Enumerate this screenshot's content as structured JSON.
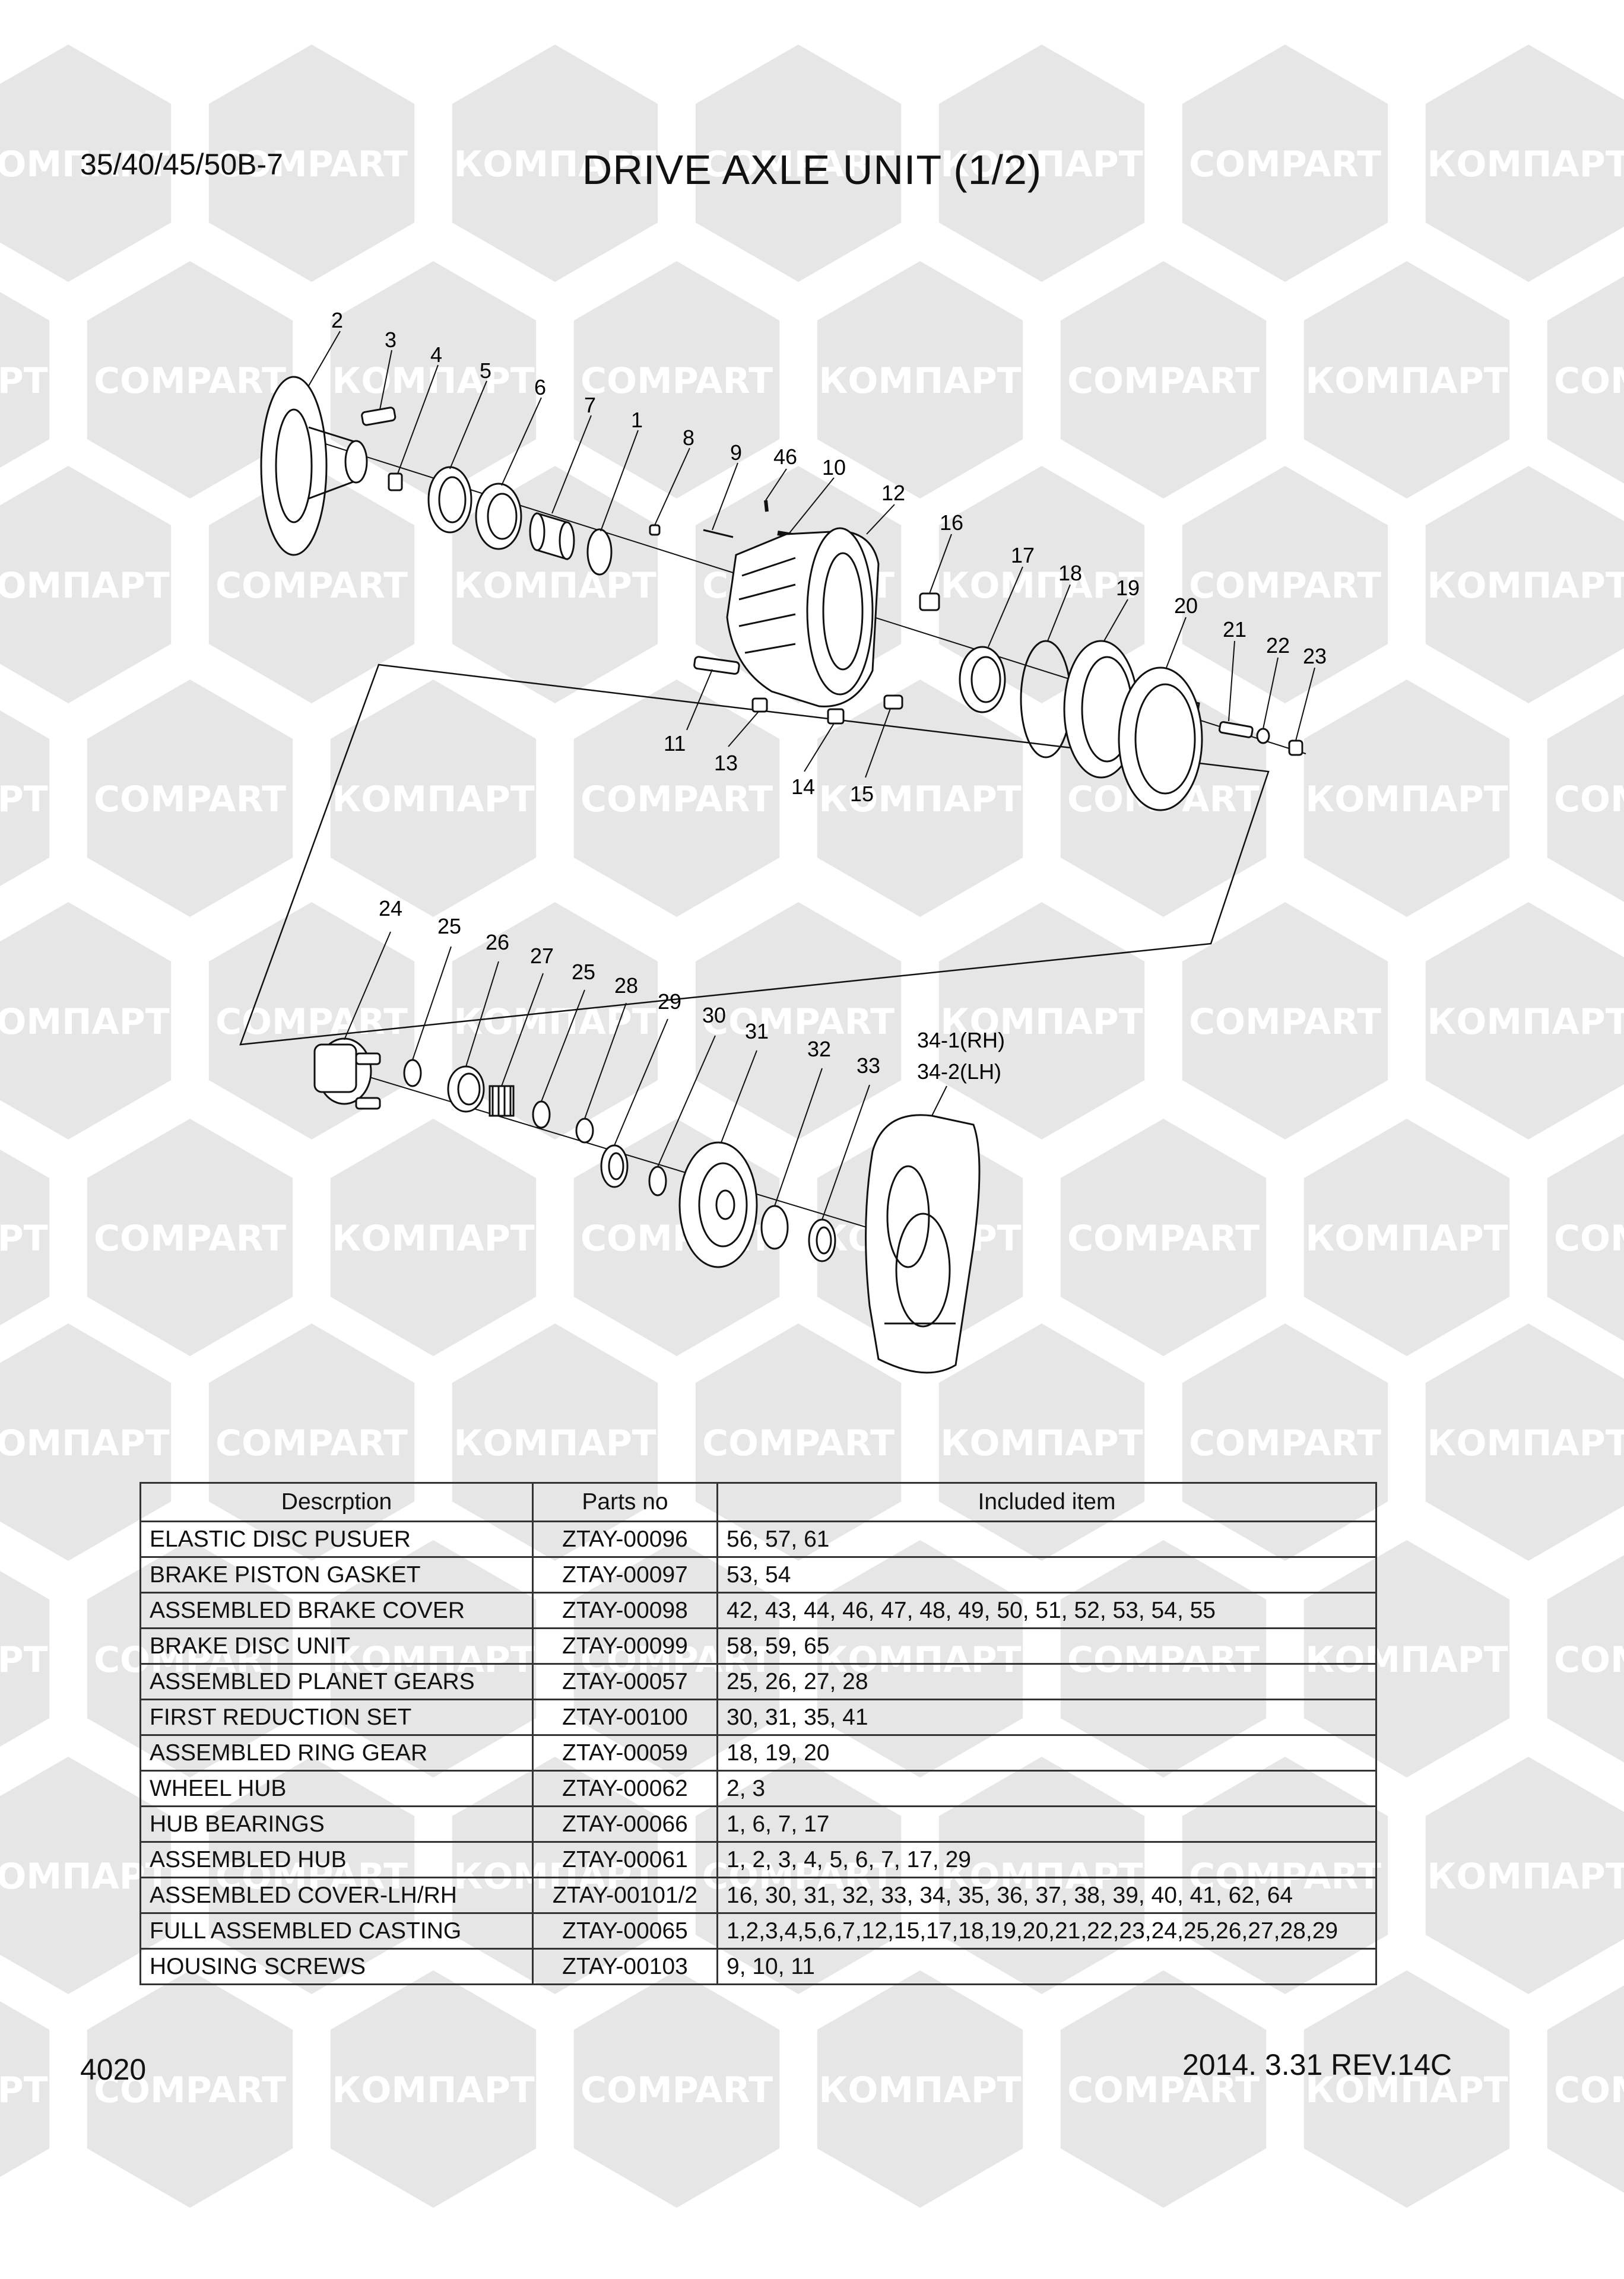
{
  "header": {
    "model": "35/40/45/50B-7",
    "title": "DRIVE AXLE UNIT (1/2)"
  },
  "watermark": {
    "text_cyrillic": "КОМПАРТ",
    "text_latin": "COMPART",
    "color": "#e6e6e6"
  },
  "diagram": {
    "callouts": [
      "2",
      "3",
      "4",
      "5",
      "6",
      "7",
      "1",
      "8",
      "9",
      "46",
      "10",
      "12",
      "16",
      "17",
      "18",
      "19",
      "20",
      "21",
      "22",
      "23",
      "11",
      "13",
      "14",
      "15",
      "24",
      "25",
      "26",
      "27",
      "25",
      "28",
      "29",
      "30",
      "31",
      "32",
      "33",
      "34-1(RH)",
      "34-2(LH)"
    ]
  },
  "table": {
    "headers": [
      "Descrption",
      "Parts no",
      "Included item"
    ],
    "rows": [
      [
        "ELASTIC DISC PUSUER",
        "ZTAY-00096",
        "56, 57, 61"
      ],
      [
        "BRAKE PISTON GASKET",
        "ZTAY-00097",
        "53, 54"
      ],
      [
        "ASSEMBLED BRAKE COVER",
        "ZTAY-00098",
        "42, 43, 44, 46, 47, 48, 49, 50, 51, 52, 53, 54, 55"
      ],
      [
        "BRAKE DISC UNIT",
        "ZTAY-00099",
        "58, 59, 65"
      ],
      [
        "ASSEMBLED PLANET GEARS",
        "ZTAY-00057",
        "25, 26, 27, 28"
      ],
      [
        "FIRST REDUCTION SET",
        "ZTAY-00100",
        "30, 31, 35, 41"
      ],
      [
        "ASSEMBLED RING GEAR",
        "ZTAY-00059",
        "18, 19, 20"
      ],
      [
        "WHEEL HUB",
        "ZTAY-00062",
        "2, 3"
      ],
      [
        "HUB BEARINGS",
        "ZTAY-00066",
        "1, 6, 7, 17"
      ],
      [
        "ASSEMBLED HUB",
        "ZTAY-00061",
        "1, 2, 3, 4, 5, 6, 7, 17, 29"
      ],
      [
        "ASSEMBLED COVER-LH/RH",
        "ZTAY-00101/2",
        "16, 30, 31, 32, 33, 34, 35, 36, 37, 38, 39, 40, 41, 62, 64"
      ],
      [
        "FULL ASSEMBLED CASTING",
        "ZTAY-00065",
        "1,2,3,4,5,6,7,12,15,17,18,19,20,21,22,23,24,25,26,27,28,29"
      ],
      [
        "HOUSING SCREWS",
        "ZTAY-00103",
        "9, 10, 11"
      ]
    ]
  },
  "footer": {
    "page_number": "4020",
    "revision": "2014. 3.31  REV.14C"
  }
}
